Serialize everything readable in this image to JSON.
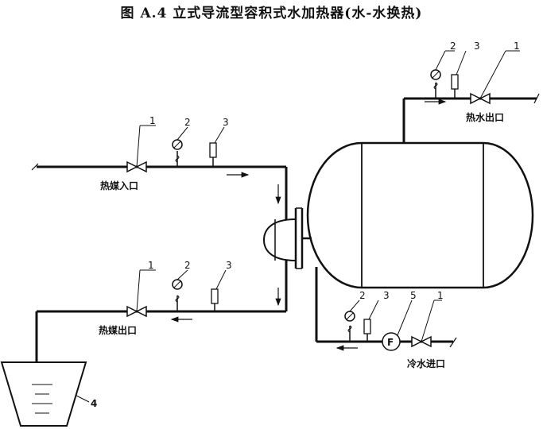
{
  "title": "图 A.4   立式导流型容积式水加热器(水-水换热)",
  "labels": {
    "heat_in": "热媒入口",
    "heat_out": "热媒出口",
    "hot_water_out": "热水出口",
    "cold_water_in": "冷水进口"
  },
  "callouts": {
    "valve": "1",
    "gauge": "2",
    "thermometer": "3",
    "tank": "4",
    "flowmeter": "5",
    "flowmeter_symbol": "F"
  }
}
